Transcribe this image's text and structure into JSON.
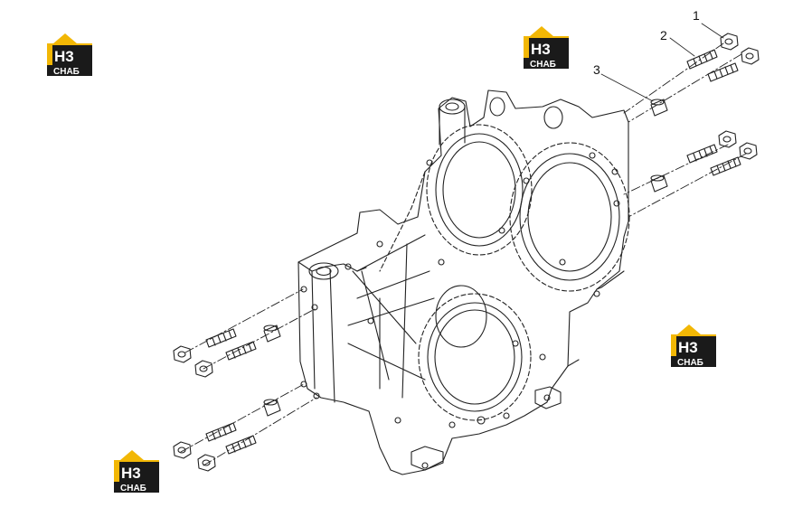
{
  "logo": {
    "letters": "H3",
    "word": "СНАБ",
    "accent": "#f2b705",
    "dark": "#1a1a1a"
  },
  "callouts": [
    "1",
    "2",
    "3"
  ],
  "diagram": {
    "line_color": "#222222",
    "subject": "timing gear housing exploded view"
  }
}
